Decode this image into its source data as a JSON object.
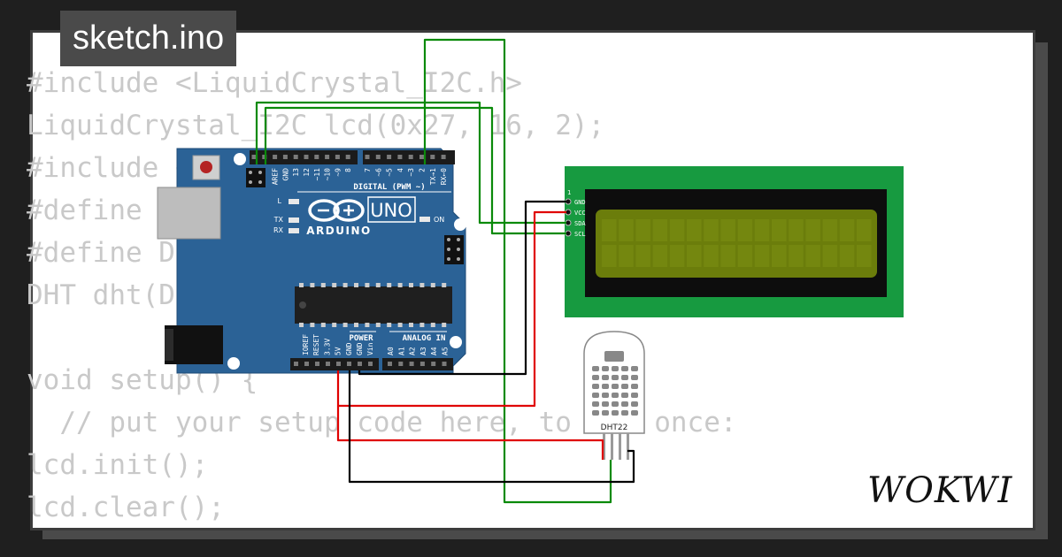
{
  "filename": "sketch.ino",
  "code_lines": [
    "#include <LiquidCrystal_I2C.h>",
    "LiquidCrystal_I2C lcd(0x27, 16, 2);",
    "#include <DHT.h>",
    "#define DHTPIN 2",
    "#define DHTTYPE DHT22",
    "DHT dht(DHTPIN, DHTTYPE);",
    "",
    "void setup() {",
    "  // put your setup code here, to run once:",
    "lcd.init();",
    "lcd.clear();"
  ],
  "arduino": {
    "model": "UNO",
    "brand": "ARDUINO",
    "digital_label": "DIGITAL (PWM ~)",
    "power_label": "POWER",
    "analog_label": "ANALOG IN",
    "led_l": "L",
    "led_tx": "TX",
    "led_rx": "RX",
    "led_on": "ON",
    "digital_pins": [
      "AREF",
      "GND",
      "13",
      "12",
      "~11",
      "~10",
      "~9",
      "8",
      "7",
      "~6",
      "~5",
      "4",
      "~3",
      "2",
      "TX→1",
      "RX←0"
    ],
    "power_pins": [
      "IOREF",
      "RESET",
      "3.3V",
      "5V",
      "GND",
      "GND",
      "Vin"
    ],
    "analog_pins": [
      "A0",
      "A1",
      "A2",
      "A3",
      "A4",
      "A5"
    ]
  },
  "lcd": {
    "pin_index": "1",
    "pins": [
      "GND",
      "VCC",
      "SDA",
      "SCL"
    ]
  },
  "dht": {
    "label": "DHT22"
  },
  "brand_logo": "WOKWI",
  "colors": {
    "board": "#2b6296",
    "lcd_pcb": "#179a40",
    "lcd_screen": "#6b7d0b",
    "wire_green": "#0a8a0a",
    "wire_red": "#e00000",
    "wire_black": "#000000",
    "code_text": "#c9c9c9"
  }
}
